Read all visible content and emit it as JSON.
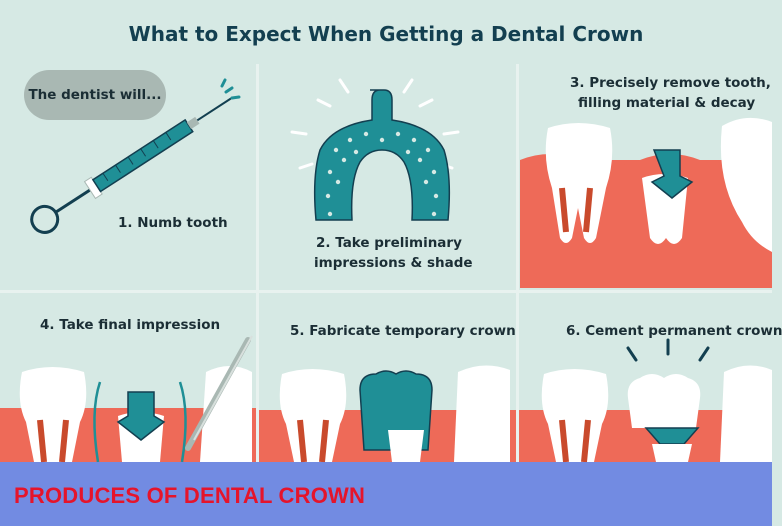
{
  "title": "What to Expect When Getting a Dental Crown",
  "intro_bubble": "The dentist will...",
  "steps": [
    {
      "lines": [
        "1. Numb tooth"
      ]
    },
    {
      "lines": [
        "2. Take preliminary",
        "impressions & shade"
      ]
    },
    {
      "lines": [
        "3. Precisely remove tooth,",
        "filling material & decay"
      ]
    },
    {
      "lines": [
        "4. Take final impression"
      ]
    },
    {
      "lines": [
        "5. Fabricate temporary crown"
      ]
    },
    {
      "lines": [
        "6. Cement permanent crown"
      ]
    }
  ],
  "banner": "PRODUCES OF DENTAL CROWN",
  "colors": {
    "background": "#d6e9e4",
    "title": "#133f50",
    "teal": "#1f8f96",
    "gum": "#ee6a58",
    "root": "#c94a2c",
    "tooth": "#ffffff",
    "banner": "#5c76e2",
    "banner_text": "#e5142b"
  },
  "icons": [
    "syringe-icon",
    "impression-tray-icon",
    "prepared-tooth-icon",
    "impression-cord-icon",
    "temporary-crown-icon",
    "permanent-crown-icon"
  ]
}
